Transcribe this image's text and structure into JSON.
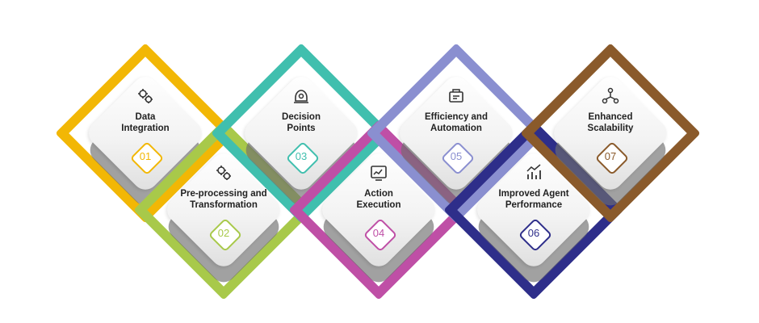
{
  "steps": [
    {
      "number": "01",
      "title": "Data\nIntegration",
      "color": "#F2B705",
      "icon": "gears-icon"
    },
    {
      "number": "02",
      "title": "Pre-processing and\nTransformation",
      "color": "#A8C94A",
      "icon": "gears-icon"
    },
    {
      "number": "03",
      "title": "Decision\nPoints",
      "color": "#40BFAE",
      "icon": "brain-gear-icon"
    },
    {
      "number": "04",
      "title": "Action\nExecution",
      "color": "#BF4FA6",
      "icon": "dashboard-icon"
    },
    {
      "number": "05",
      "title": "Efficiency and\nAutomation",
      "color": "#8A8FD0",
      "icon": "automation-icon"
    },
    {
      "number": "06",
      "title": "Improved Agent\nPerformance",
      "color": "#2E2E8A",
      "icon": "growth-icon"
    },
    {
      "number": "07",
      "title": "Enhanced\nScalability",
      "color": "#8A5A2B",
      "icon": "network-icon"
    }
  ]
}
